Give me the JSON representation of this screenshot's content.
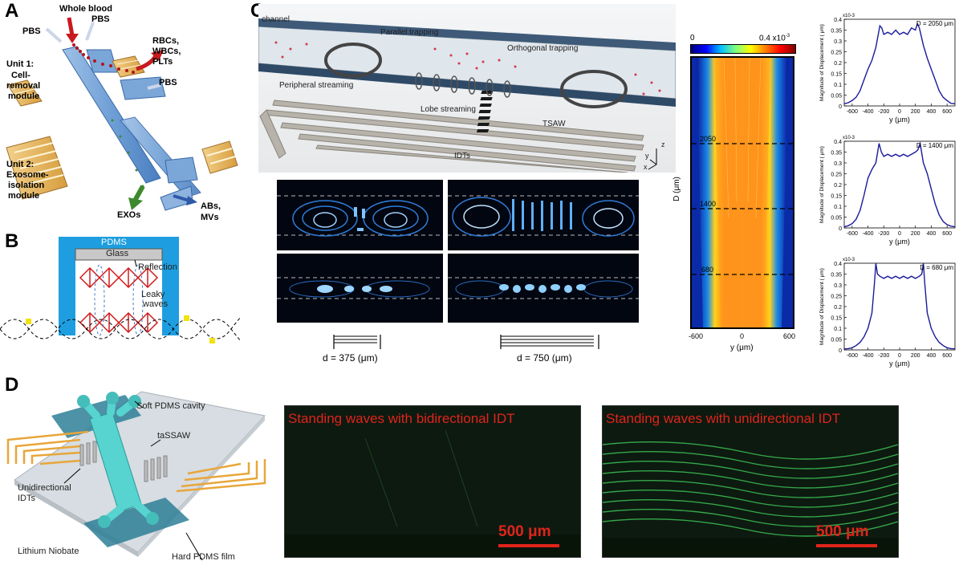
{
  "panels": {
    "A": {
      "letter": "A",
      "labels": {
        "whole_blood": "Whole blood",
        "pbs_left": "PBS",
        "pbs_right": "PBS",
        "pbs_mid": "PBS",
        "rbcs": "RBCs,",
        "wbcs": "WBCs,",
        "plts": "PLTs",
        "unit1_a": "Unit 1:",
        "unit1_b": "Cell-",
        "unit1_c": "removal",
        "unit1_d": "module",
        "unit2_a": "Unit 2:",
        "unit2_b": "Exosome-",
        "unit2_c": "isolation",
        "unit2_d": "module",
        "exos": "EXOs",
        "abs": "ABs,",
        "mvs": "MVs"
      }
    },
    "B": {
      "letter": "B",
      "labels": {
        "pdms": "PDMS",
        "glass": "Glass",
        "reflection": "Reflection",
        "leaky_a": "Leaky",
        "leaky_b": "waves"
      }
    },
    "C": {
      "letter": "C",
      "labels": {
        "channel": "channel",
        "parallel": "Parallel trapping",
        "orthogonal": "Orthogonal trapping",
        "peripheral": "Peripheral streaming",
        "lobe": "Lobe streaming",
        "tsaw": "TSAW",
        "idts": "IDTs",
        "ax_z": "z",
        "ax_y": "y",
        "ax_x": "x",
        "d375": "d = 375 (μm)",
        "d750": "d = 750 (μm)"
      },
      "heatmap": {
        "cb_min": "0",
        "cb_max": "0.4 x10",
        "cb_exp": "-3",
        "ylabel": "D (μm)",
        "xlabel": "y (μm)",
        "xticks": [
          "-600",
          "0",
          "600"
        ],
        "marks": [
          "2050",
          "1400",
          "680"
        ]
      }
    },
    "D": {
      "letter": "D",
      "labels": {
        "soft": "Soft PDMS cavity",
        "tassaw": "taSSAW",
        "uni_a": "Unidirectional",
        "uni_b": "IDTs",
        "lin": "Lithium Niobate",
        "hard": "Hard PDMS film"
      },
      "images": [
        {
          "title": "Standing waves with bidirectional IDT",
          "scale": "500 μm"
        },
        {
          "title": "Standing waves with unidirectional IDT",
          "scale": "500 μm"
        }
      ]
    }
  },
  "chart_data": [
    {
      "type": "line",
      "title": "D = 2050 μm",
      "xlabel": "y (μm)",
      "ylabel": "Magnitude of Displacement ( μm)",
      "y_exponent": "x10-3",
      "xlim": [
        -700,
        700
      ],
      "ylim": [
        0,
        0.4
      ],
      "xticks": [
        -600,
        -400,
        -200,
        0,
        200,
        400,
        600
      ],
      "yticks": [
        0,
        0.05,
        0.1,
        0.15,
        0.2,
        0.25,
        0.3,
        0.35,
        0.4
      ],
      "x": [
        -700,
        -650,
        -600,
        -550,
        -500,
        -450,
        -400,
        -350,
        -300,
        -250,
        -225,
        -200,
        -150,
        -100,
        -50,
        0,
        50,
        100,
        150,
        200,
        225,
        250,
        300,
        350,
        400,
        450,
        500,
        550,
        600,
        650,
        700
      ],
      "y": [
        0.01,
        0.015,
        0.025,
        0.04,
        0.07,
        0.12,
        0.17,
        0.21,
        0.27,
        0.37,
        0.36,
        0.33,
        0.34,
        0.33,
        0.35,
        0.33,
        0.34,
        0.33,
        0.36,
        0.35,
        0.38,
        0.36,
        0.28,
        0.22,
        0.17,
        0.12,
        0.07,
        0.04,
        0.025,
        0.012,
        0.01
      ]
    },
    {
      "type": "line",
      "title": "D = 1400 μm",
      "xlabel": "y (μm)",
      "ylabel": "Magnitude of Displacement ( μm)",
      "y_exponent": "x10-3",
      "xlim": [
        -700,
        700
      ],
      "ylim": [
        0,
        0.4
      ],
      "xticks": [
        -600,
        -400,
        -200,
        0,
        200,
        400,
        600
      ],
      "yticks": [
        0,
        0.05,
        0.1,
        0.15,
        0.2,
        0.25,
        0.3,
        0.35,
        0.4
      ],
      "x": [
        -700,
        -650,
        -600,
        -550,
        -500,
        -450,
        -400,
        -350,
        -300,
        -260,
        -230,
        -200,
        -150,
        -100,
        -50,
        0,
        50,
        100,
        150,
        200,
        230,
        260,
        300,
        350,
        400,
        450,
        500,
        550,
        600,
        650,
        700
      ],
      "y": [
        0.005,
        0.01,
        0.02,
        0.04,
        0.08,
        0.15,
        0.23,
        0.27,
        0.3,
        0.39,
        0.35,
        0.33,
        0.34,
        0.33,
        0.34,
        0.33,
        0.34,
        0.33,
        0.34,
        0.35,
        0.36,
        0.39,
        0.3,
        0.25,
        0.18,
        0.11,
        0.06,
        0.03,
        0.015,
        0.008,
        0.005
      ]
    },
    {
      "type": "line",
      "title": "D = 680 μm",
      "xlabel": "y (μm)",
      "ylabel": "Magnitude of Displacement ( μm)",
      "y_exponent": "x10-3",
      "xlim": [
        -700,
        700
      ],
      "ylim": [
        0,
        0.4
      ],
      "xticks": [
        -600,
        -400,
        -200,
        0,
        200,
        400,
        600
      ],
      "yticks": [
        0,
        0.05,
        0.1,
        0.15,
        0.2,
        0.25,
        0.3,
        0.35,
        0.4
      ],
      "x": [
        -700,
        -650,
        -600,
        -550,
        -500,
        -450,
        -400,
        -350,
        -320,
        -300,
        -280,
        -250,
        -200,
        -150,
        -100,
        -50,
        0,
        50,
        100,
        150,
        200,
        250,
        280,
        300,
        320,
        350,
        400,
        450,
        500,
        550,
        600,
        650,
        700
      ],
      "y": [
        0.005,
        0.006,
        0.01,
        0.02,
        0.035,
        0.06,
        0.1,
        0.17,
        0.3,
        0.4,
        0.35,
        0.34,
        0.33,
        0.34,
        0.33,
        0.34,
        0.33,
        0.34,
        0.33,
        0.34,
        0.33,
        0.34,
        0.35,
        0.4,
        0.3,
        0.17,
        0.1,
        0.06,
        0.035,
        0.02,
        0.01,
        0.006,
        0.005
      ]
    }
  ]
}
